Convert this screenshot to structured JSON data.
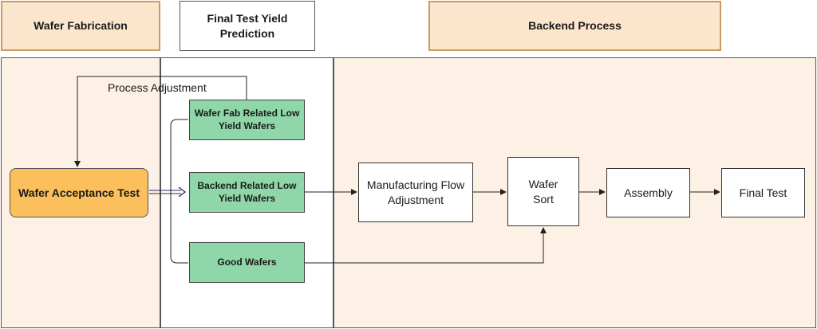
{
  "headers": {
    "wafer_fabrication": "Wafer Fabrication",
    "final_test_yield_prediction": "Final Test Yield Prediction",
    "backend_process": "Backend Process"
  },
  "nodes": {
    "wafer_acceptance_test": "Wafer Acceptance Test",
    "wafer_fab_related": "Wafer Fab Related Low Yield Wafers",
    "backend_related": "Backend Related Low Yield Wafers",
    "good_wafers": "Good Wafers",
    "manufacturing_flow_adjustment": "Manufacturing Flow Adjustment",
    "wafer_sort": "Wafer Sort",
    "assembly": "Assembly",
    "final_test": "Final Test"
  },
  "labels": {
    "process_adjustment": "Process Adjustment"
  },
  "colors": {
    "header_fill": "#fbe5cd",
    "panel_fill": "#fdf1e5",
    "wat_fill": "#fbc05c",
    "green_fill": "#8fd7a8"
  }
}
